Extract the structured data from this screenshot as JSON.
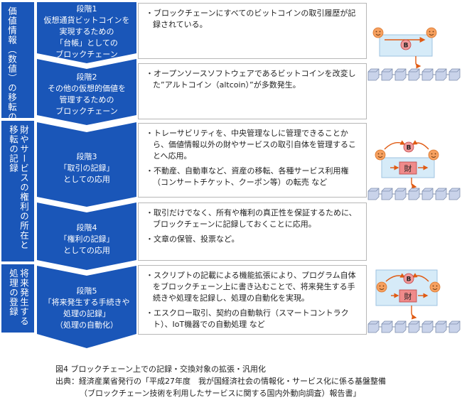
{
  "categories": [
    {
      "label": "価値情報（数値）の移転の記録"
    },
    {
      "label": "財やサービスの権利の所在と移転の記録"
    },
    {
      "label": "将来発生する処理の登録"
    }
  ],
  "stages": [
    {
      "lines": [
        "段階1",
        "仮想通貨ビットコインを",
        "実現するための",
        "「台帳」としての",
        "ブロックチェーン"
      ],
      "bullets": [
        "・ブロックチェーンにすべてのビットコインの取引履歴が記録されている。"
      ]
    },
    {
      "lines": [
        "段階2",
        "その他の仮想的価値を",
        "管理するための",
        "ブロックチェーン"
      ],
      "bullets": [
        "・オープンソースソフトウェアであるビットコインを改変した”アルトコイン（altcoin）”が多数発生。"
      ]
    },
    {
      "lines": [
        "段階3",
        "「取引の記録」",
        "としての応用"
      ],
      "bullets": [
        "・トレーサビリティを、中央管理なしに管理できることから、価値情報以外の財やサービスの取引自体を管理することへ応用。",
        "・不動産、自動車など、資産の移転、各種サービス利用権（コンサートチケット、クーポン等）の転売 など"
      ]
    },
    {
      "lines": [
        "段階4",
        "「権利の記録」",
        "としての応用"
      ],
      "bullets": [
        "・取引だけでなく、所有や権利の真正性を保証するために、ブロックチェーンに記録しておくことに応用。",
        "・文章の保管、投票など。"
      ]
    },
    {
      "lines": [
        "段階5",
        "「将来発生する手続きや",
        "処理の記録」",
        "（処理の自動化）"
      ],
      "bullets": [
        "・スクリプトの記載による機能拡張により、プログラム自体をブロックチェーン上に書き込むことで、将来発生する手続きや処理を記録し、処理の自動化を実現。",
        "・エスクロー取引、契約の自動執行（スマートコントラクト）、IoT機器での自動処理 など"
      ]
    }
  ],
  "illustrations": {
    "coin_label": "B",
    "asset_label": "財"
  },
  "caption": {
    "title": "図4 ブロックチェーン上での記録・交換対象の拡張・汎用化",
    "source_line1": "出典：経済産業省発行の「平成27年度　我が国経済社会の情報化・サービス化に係る基盤整備",
    "source_line2": "（ブロックチェーン技術を利用したサービスに関する国内外動向調査）報告書」"
  },
  "colors": {
    "primary": "#1a56b8",
    "cube": "#c9d3ea",
    "panel": "#d6ebf8",
    "face": "#f6a05f",
    "coin": "#f29a9a",
    "asset": "#ef8a8a",
    "arrow": "#e05a12"
  }
}
